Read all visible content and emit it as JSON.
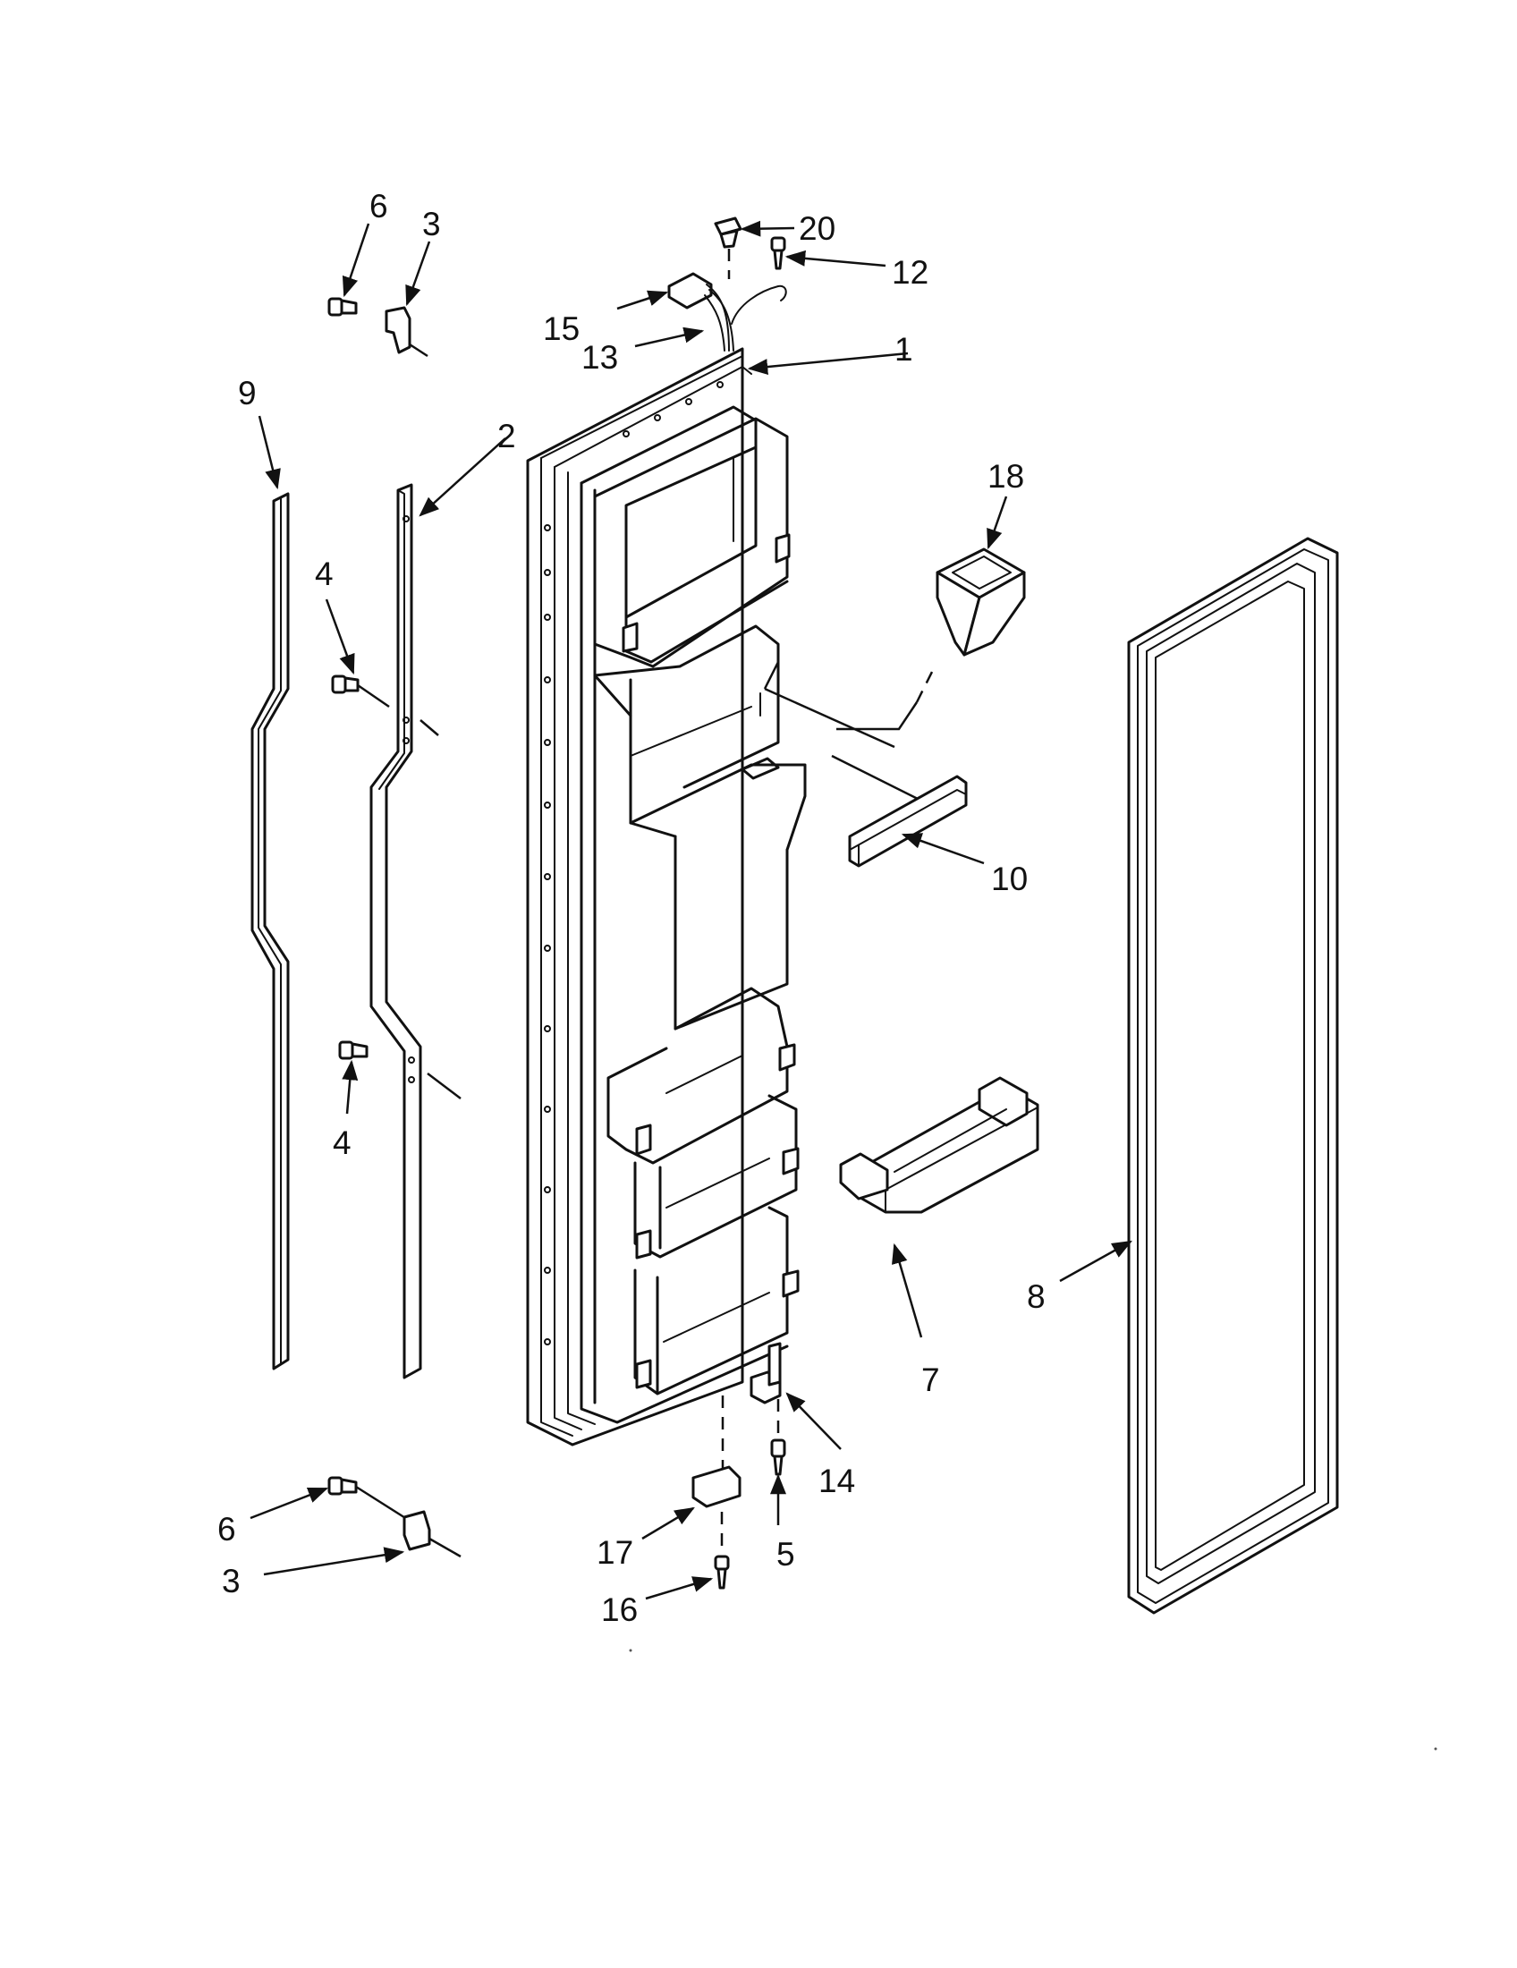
{
  "callouts": [
    {
      "id": "c1",
      "text": "1"
    },
    {
      "id": "c2",
      "text": "2"
    },
    {
      "id": "c3a",
      "text": "3"
    },
    {
      "id": "c3b",
      "text": "3"
    },
    {
      "id": "c4a",
      "text": "4"
    },
    {
      "id": "c4b",
      "text": "4"
    },
    {
      "id": "c5",
      "text": "5"
    },
    {
      "id": "c6a",
      "text": "6"
    },
    {
      "id": "c6b",
      "text": "6"
    },
    {
      "id": "c7",
      "text": "7"
    },
    {
      "id": "c8",
      "text": "8"
    },
    {
      "id": "c9",
      "text": "9"
    },
    {
      "id": "c10",
      "text": "10"
    },
    {
      "id": "c12",
      "text": "12"
    },
    {
      "id": "c13",
      "text": "13"
    },
    {
      "id": "c14",
      "text": "14"
    },
    {
      "id": "c15",
      "text": "15"
    },
    {
      "id": "c16",
      "text": "16"
    },
    {
      "id": "c17",
      "text": "17"
    },
    {
      "id": "c18",
      "text": "18"
    },
    {
      "id": "c20",
      "text": "20"
    }
  ]
}
